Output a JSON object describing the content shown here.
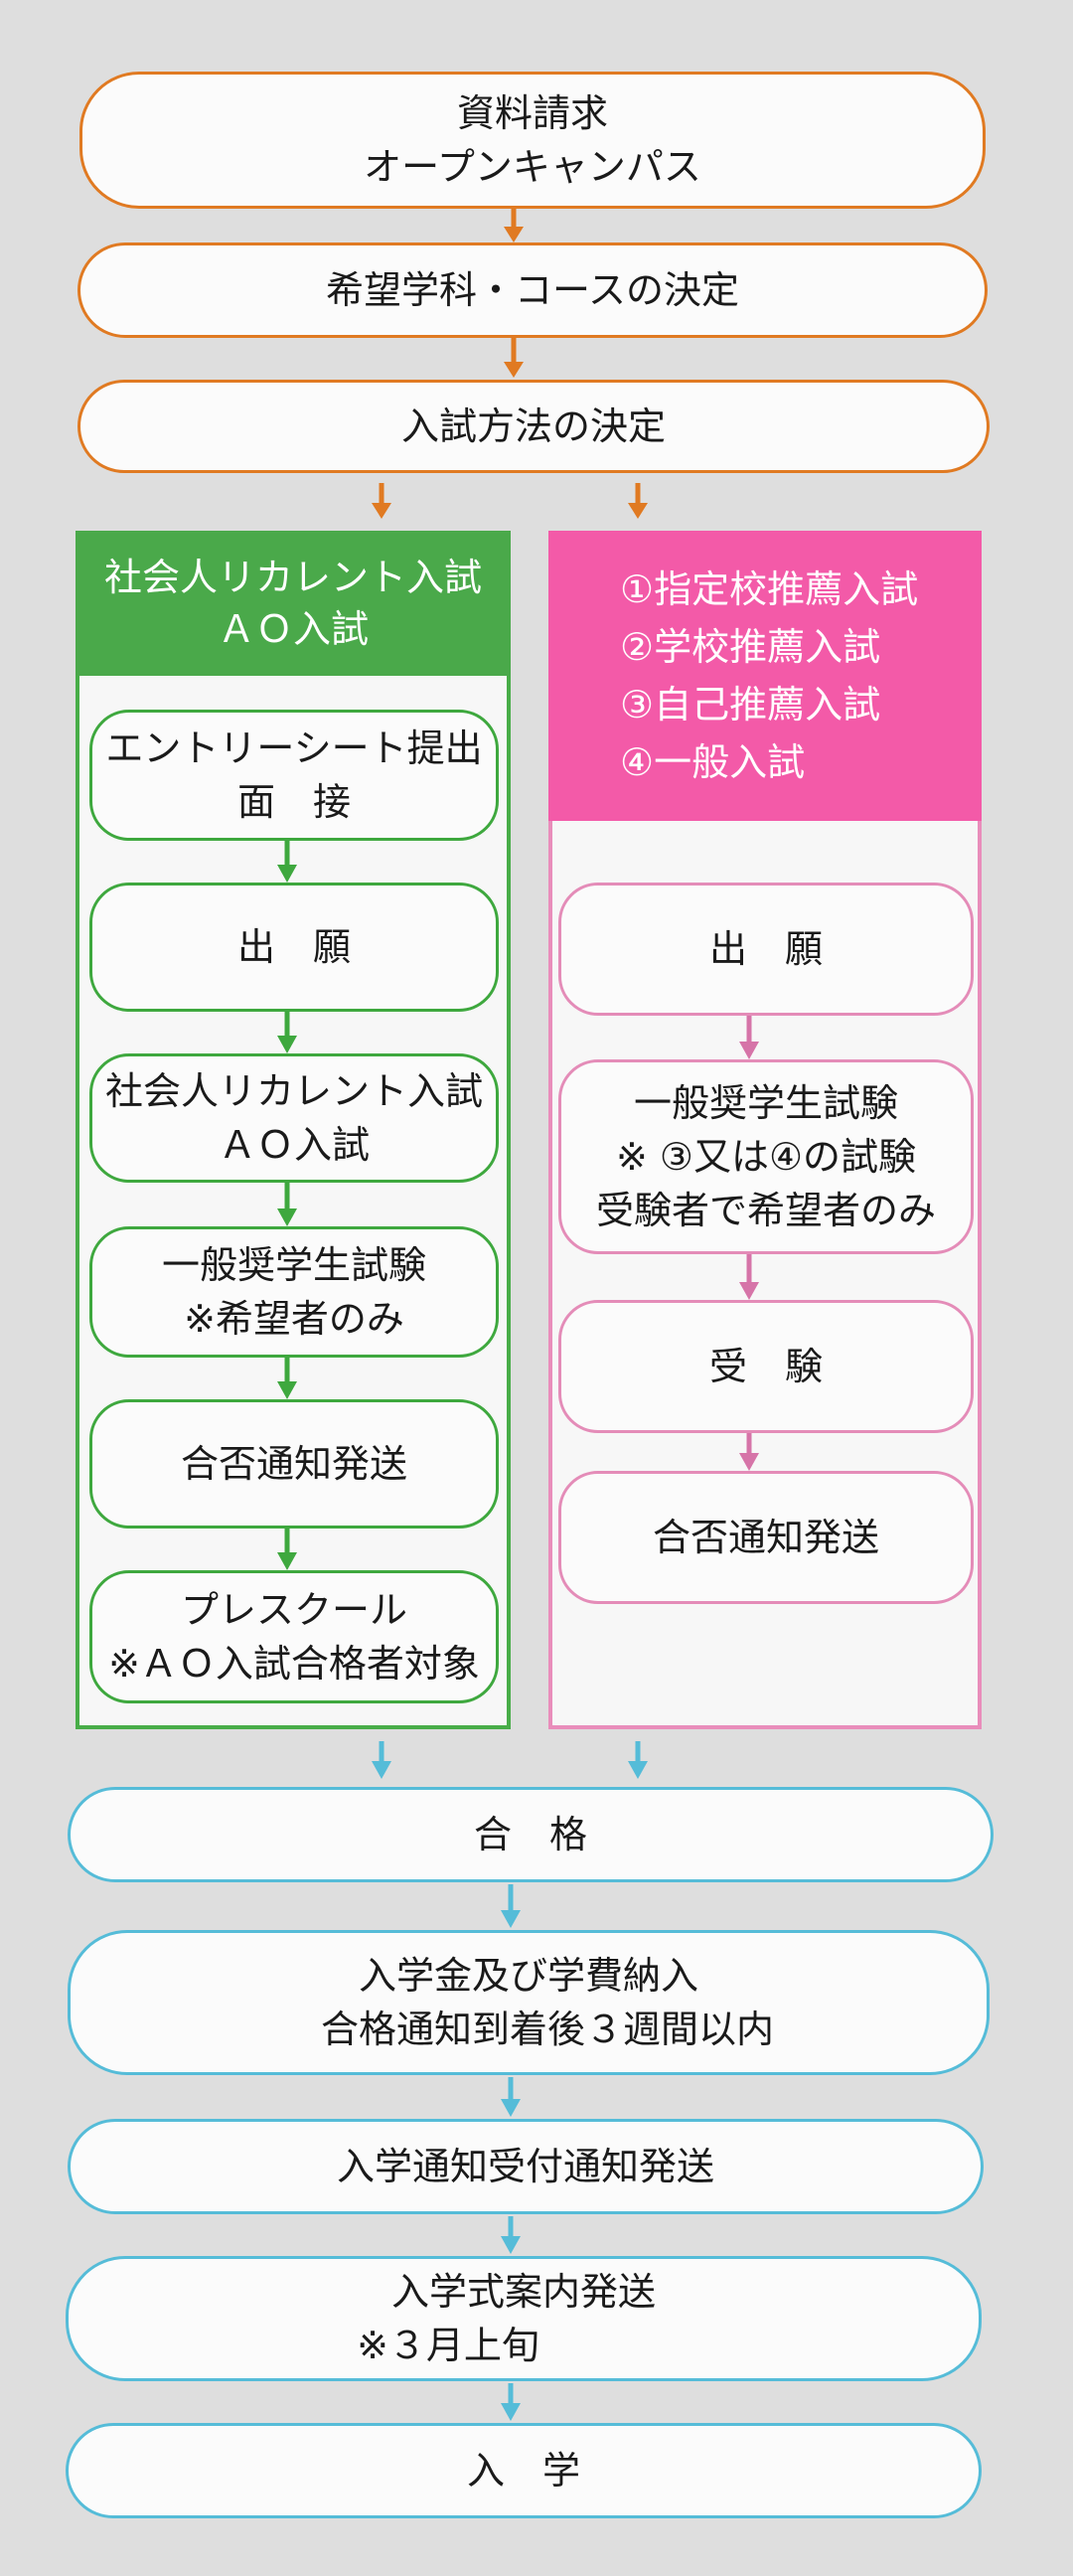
{
  "top_flow": [
    {
      "id": "request",
      "lines": [
        "資料請求",
        "オープンキャンパス"
      ]
    },
    {
      "id": "course",
      "lines": [
        "希望学科・コースの決定"
      ]
    },
    {
      "id": "method",
      "lines": [
        "入試方法の決定"
      ]
    }
  ],
  "left_track": {
    "header": [
      "社会人リカレント入試",
      "ＡＯ入試"
    ],
    "steps": [
      {
        "id": "entry",
        "lines": [
          "エントリーシート提出",
          "面　接"
        ]
      },
      {
        "id": "apply",
        "lines": [
          "出　願"
        ]
      },
      {
        "id": "exam",
        "lines": [
          "社会人リカレント入試",
          "ＡＯ入試"
        ]
      },
      {
        "id": "scholar",
        "lines": [
          "一般奨学生試験",
          "※希望者のみ"
        ]
      },
      {
        "id": "notice",
        "lines": [
          "合否通知発送"
        ]
      },
      {
        "id": "preschool",
        "lines": [
          "プレスクール",
          "※ＡＯ入試合格者対象"
        ]
      }
    ]
  },
  "right_track": {
    "header": [
      "①指定校推薦入試",
      "②学校推薦入試",
      "③自己推薦入試",
      "④一般入試"
    ],
    "steps": [
      {
        "id": "apply",
        "lines": [
          "出　願"
        ]
      },
      {
        "id": "scholar",
        "lines": [
          "一般奨学生試験",
          "※ ③又は④の試験",
          "受験者で希望者のみ"
        ]
      },
      {
        "id": "exam",
        "lines": [
          "受　験"
        ]
      },
      {
        "id": "notice",
        "lines": [
          "合否通知発送"
        ]
      }
    ]
  },
  "bottom_flow": [
    {
      "id": "pass",
      "lines": [
        "合　格"
      ]
    },
    {
      "id": "fees",
      "lines": [
        "入学金及び学費納入",
        "　合格通知到着後３週間以内"
      ]
    },
    {
      "id": "receipt",
      "lines": [
        "入学通知受付通知発送"
      ]
    },
    {
      "id": "ceremony",
      "lines": [
        "入学式案内発送",
        "※３月上旬　　　　"
      ]
    },
    {
      "id": "admission",
      "lines": [
        "入　学"
      ]
    }
  ],
  "colors": {
    "orange": "#e07a22",
    "green": "#4aa94a",
    "pink": "#f35aa8",
    "pink_border": "#e98dbb",
    "blue": "#55bcd8"
  }
}
